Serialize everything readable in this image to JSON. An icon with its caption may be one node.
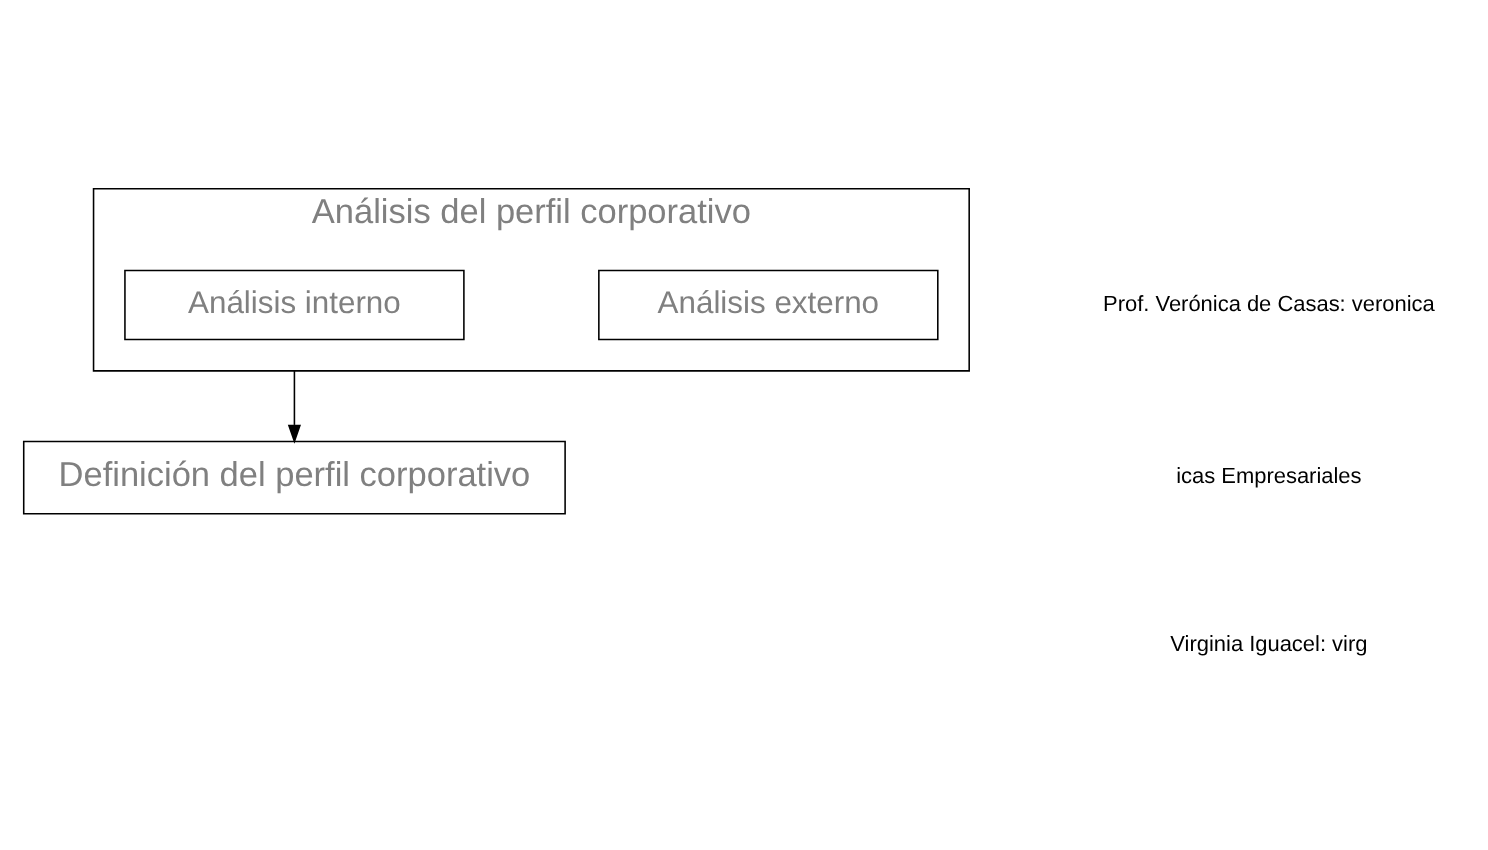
{
  "diagram": {
    "nodes": [
      {
        "text": [
          "Análisis del perfil corporativo"
        ]
      },
      {
        "text": [
          "Análisis interno"
        ],
        "in": 0
      },
      {
        "text": [
          "Análisis externo"
        ],
        "in": 0
      },
      {
        "text": [
          "Definición del perfil corporativo"
        ]
      }
    ],
    "edges": [
      {
        "from": 0,
        "to": 3,
        "arrow": "to"
      }
    ],
    "labels": [
      "Prof. Verónica de Casas: veronica",
      "icas Empresariales",
      "Virginia Iguacel: virg"
    ]
  }
}
